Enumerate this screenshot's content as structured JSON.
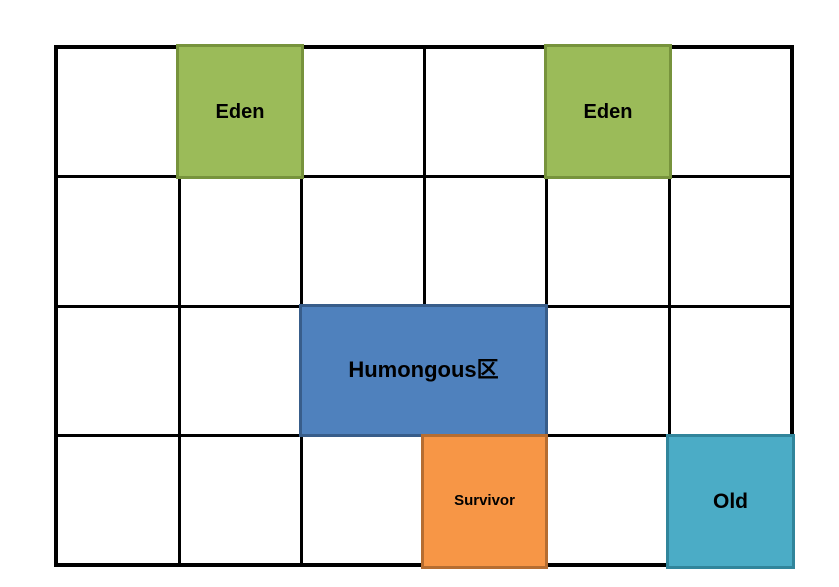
{
  "diagram": {
    "background_color": "#ffffff",
    "grid": {
      "rows": 4,
      "cols": 6,
      "line_color": "#000000",
      "cell_fill": "#ffffff"
    },
    "regions": [
      {
        "id": "eden-1",
        "label": "Eden",
        "row": 1,
        "col": 2,
        "col_span": 1,
        "fill": "#9bbb59",
        "border": "#77933c"
      },
      {
        "id": "eden-2",
        "label": "Eden",
        "row": 1,
        "col": 5,
        "col_span": 1,
        "fill": "#9bbb59",
        "border": "#77933c"
      },
      {
        "id": "humongous",
        "label": "Humongous区",
        "row": 3,
        "col": 3,
        "col_span": 2,
        "fill": "#4f81bd",
        "border": "#385d8a"
      },
      {
        "id": "survivor",
        "label": "Survivor",
        "row": 4,
        "col": 4,
        "col_span": 1,
        "fill": "#f79646",
        "border": "#b66d31"
      },
      {
        "id": "old",
        "label": "Old",
        "row": 4,
        "col": 6,
        "col_span": 1,
        "fill": "#4bacc6",
        "border": "#31859b"
      }
    ]
  }
}
